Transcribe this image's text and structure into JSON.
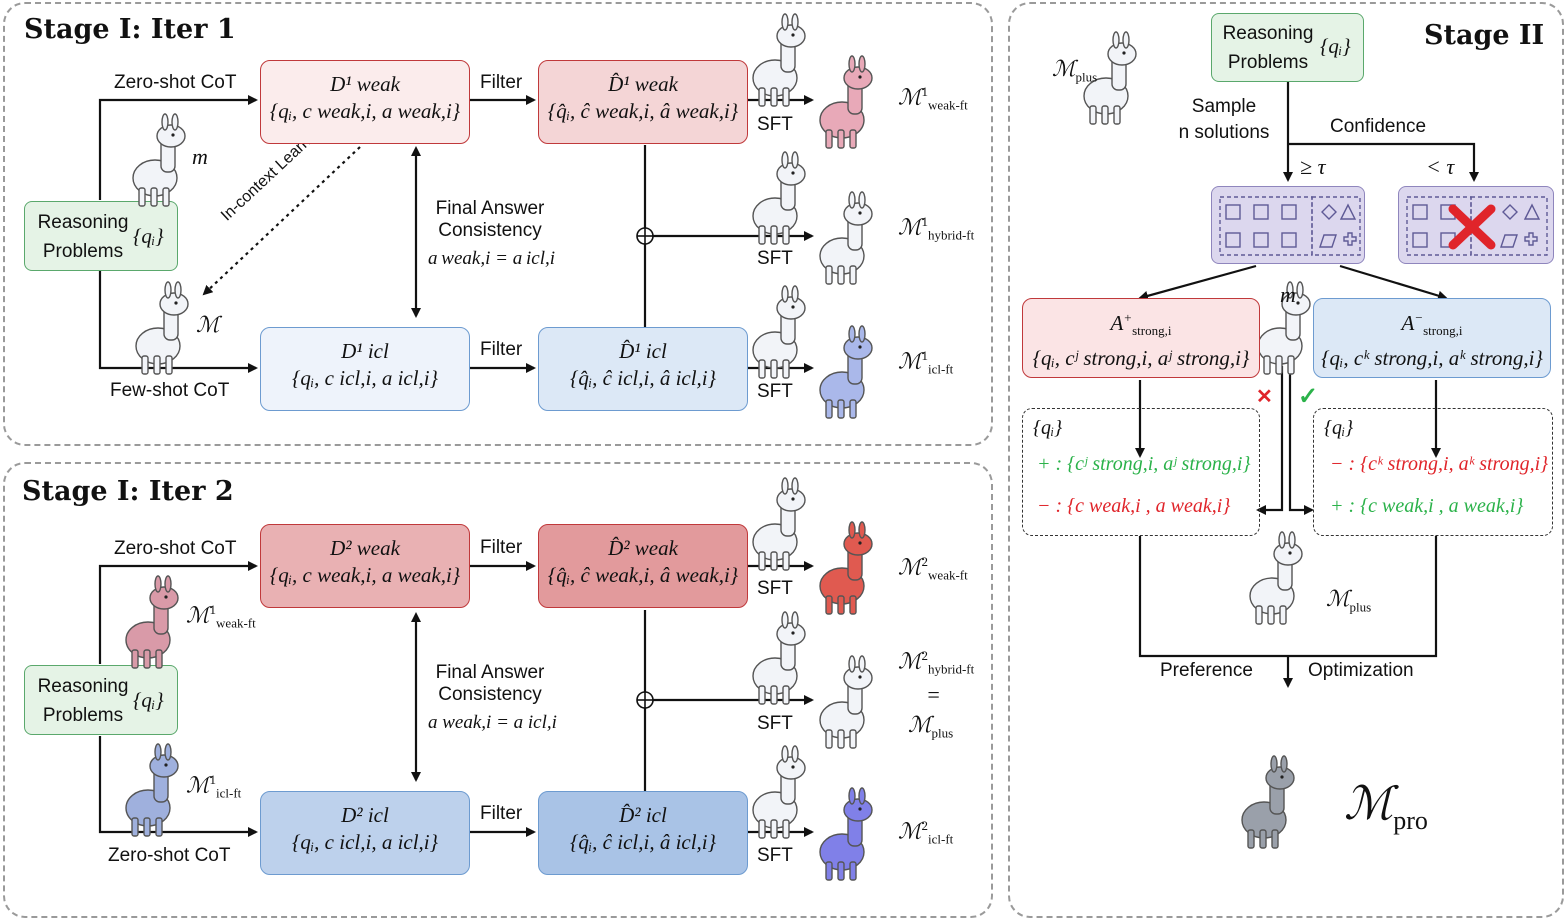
{
  "iter1": {
    "title": "Stage I: Iter 1",
    "zero_shot": "Zero-shot CoT",
    "few_shot": "Few-shot CoT",
    "in_context": "In-context Learning",
    "reasoning": {
      "line1": "Reasoning",
      "line2": "Problems",
      "q": "{qᵢ}"
    },
    "filter": "Filter",
    "sft": "SFT",
    "final_answer": {
      "line1": "Final Answer",
      "line2": "Consistency",
      "eq": "a weak,i = a icl,i"
    },
    "d_weak": {
      "name": "D¹ weak",
      "tuple": "{qᵢ, c weak,i, a weak,i}"
    },
    "d_weak_hat": {
      "name": "D̂¹ weak",
      "tuple": "{q̂ᵢ, ĉ weak,i, â weak,i}"
    },
    "d_icl": {
      "name": "D¹ icl",
      "tuple": "{qᵢ, c icl,i, a icl,i}"
    },
    "d_icl_hat": {
      "name": "D̂¹ icl",
      "tuple": "{q̂ᵢ, ĉ icl,i, â icl,i}"
    },
    "m_small": "m",
    "m_big": "ℳ",
    "out_weak": {
      "sym": "ℳ",
      "sup": "1",
      "sub": "weak-ft"
    },
    "out_hybrid": {
      "sym": "ℳ",
      "sup": "1",
      "sub": "hybrid-ft"
    },
    "out_icl": {
      "sym": "ℳ",
      "sup": "1",
      "sub": "icl-ft"
    }
  },
  "iter2": {
    "title": "Stage I: Iter 2",
    "zero_shot_top": "Zero-shot CoT",
    "zero_shot_bottom": "Zero-shot CoT",
    "reasoning": {
      "line1": "Reasoning",
      "line2": "Problems",
      "q": "{qᵢ}"
    },
    "filter": "Filter",
    "sft": "SFT",
    "final_answer": {
      "line1": "Final Answer",
      "line2": "Consistency",
      "eq": "a weak,i = a icl,i"
    },
    "d_weak": {
      "name": "D² weak",
      "tuple": "{qᵢ, c weak,i, a weak,i}"
    },
    "d_weak_hat": {
      "name": "D̂² weak",
      "tuple": "{q̂ᵢ, ĉ weak,i, â weak,i}"
    },
    "d_icl": {
      "name": "D² icl",
      "tuple": "{qᵢ, c icl,i, a icl,i}"
    },
    "d_icl_hat": {
      "name": "D̂² icl",
      "tuple": "{q̂ᵢ, ĉ icl,i, â icl,i}"
    },
    "in_weak": {
      "sym": "ℳ",
      "sup": "1",
      "sub": "weak-ft"
    },
    "in_icl": {
      "sym": "ℳ",
      "sup": "1",
      "sub": "icl-ft"
    },
    "out_weak": {
      "sym": "ℳ",
      "sup": "2",
      "sub": "weak-ft"
    },
    "out_hybrid": {
      "sym": "ℳ",
      "sup": "2",
      "sub": "hybrid-ft"
    },
    "equals": "=",
    "out_plus": {
      "sym": "ℳ",
      "sub": "plus"
    },
    "out_icl": {
      "sym": "ℳ",
      "sup": "2",
      "sub": "icl-ft"
    }
  },
  "stage2": {
    "title": "Stage II",
    "m_plus": {
      "sym": "ℳ",
      "sub": "plus"
    },
    "reasoning": {
      "line1": "Reasoning",
      "line2": "Problems",
      "q": "{qᵢ}"
    },
    "sample": {
      "line1": "Sample",
      "line2": "n solutions"
    },
    "confidence": "Confidence",
    "ge_tau": "≥ τ",
    "lt_tau": "< τ",
    "a_plus": {
      "name": "A",
      "sup": "+",
      "sub": "strong,i",
      "tuple": "{qᵢ, cʲ strong,i, aʲ strong,i}"
    },
    "a_minus": {
      "name": "A",
      "sup": "−",
      "sub": "strong,i",
      "tuple": "{qᵢ, cᵏ strong,i, aᵏ strong,i}"
    },
    "m_small": "m",
    "pref_left": {
      "q": "{qᵢ}",
      "plus": "+ : {cʲ strong,i, aʲ strong,i}",
      "minus": "− : {c weak,i , a weak,i}"
    },
    "pref_right": {
      "q": "{qᵢ}",
      "minus": "− : {cᵏ strong,i, aᵏ strong,i}",
      "plus": "+ : {c weak,i , a weak,i}"
    },
    "m_plus_mid": {
      "sym": "ℳ",
      "sub": "plus"
    },
    "preference": "Preference",
    "optimization": "Optimization",
    "m_pro": {
      "sym": "ℳ",
      "sub": "pro"
    },
    "cross_mark": "✕",
    "check_mark": "✓"
  },
  "colors": {
    "red_border": "#c0393b",
    "blue_border": "#6d9bd0",
    "green_bg": "#e5f3e6",
    "good": "#2bb24a",
    "bad": "#e0242a"
  }
}
